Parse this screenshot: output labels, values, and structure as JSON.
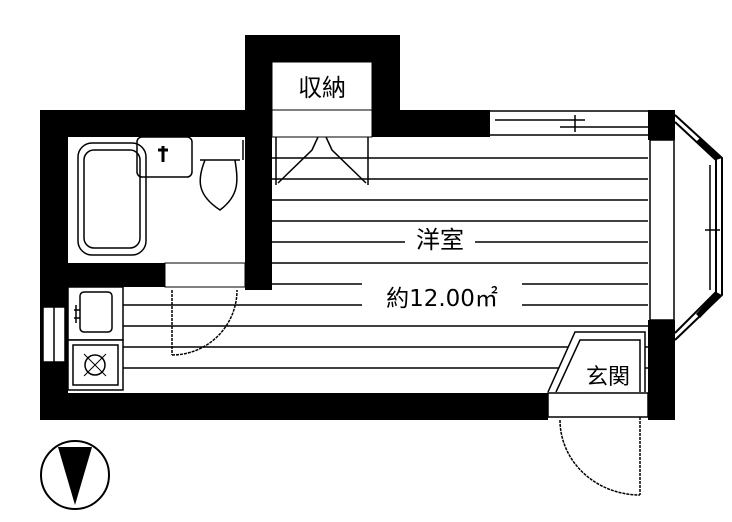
{
  "floor_plan": {
    "rooms": {
      "storage": "収納",
      "western_room": "洋室",
      "area": "約12.00㎡",
      "entrance": "玄関"
    },
    "colors": {
      "wall": "#000000",
      "background": "#ffffff"
    }
  }
}
